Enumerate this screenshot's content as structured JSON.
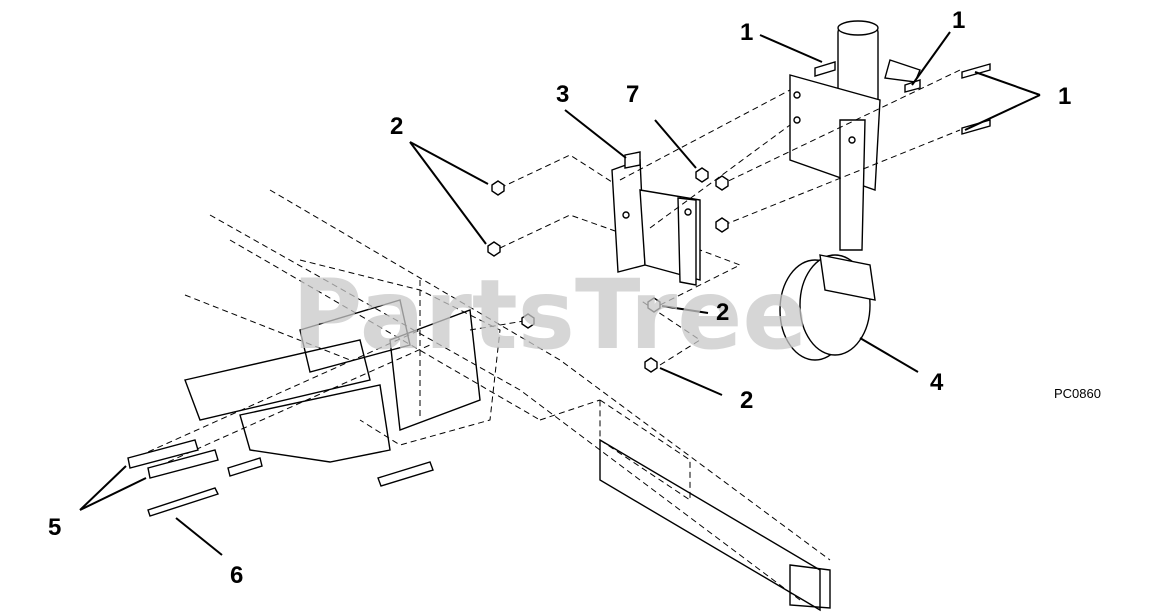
{
  "watermark": "PartsTree",
  "figure_code": "PC0860",
  "callouts": {
    "c1a": "1",
    "c1b": "1",
    "c1c": "1",
    "c2a": "2",
    "c2b": "2",
    "c2c": "2",
    "c3": "3",
    "c4": "4",
    "c5": "5",
    "c6": "6",
    "c7": "7"
  }
}
